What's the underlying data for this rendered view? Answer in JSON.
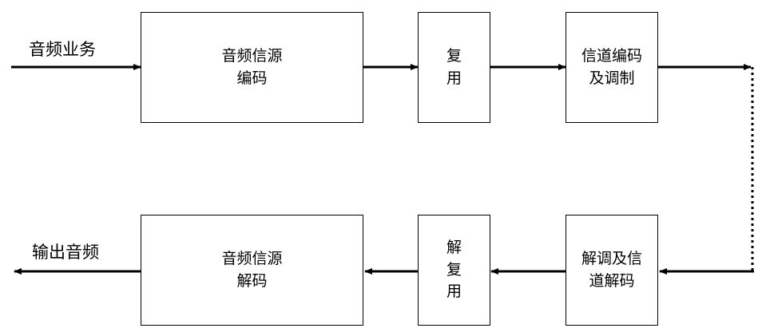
{
  "input_label": "音频业务",
  "output_label": "输出音频",
  "top_row": {
    "source_encoding": [
      "音频信源",
      "编码"
    ],
    "multiplexing": [
      "复",
      "用"
    ],
    "channel_encoding": [
      "信道编码",
      "及调制"
    ]
  },
  "bottom_row": {
    "source_decoding": [
      "音频信源",
      "解码"
    ],
    "demultiplexing": [
      "解",
      "复",
      "用"
    ],
    "channel_decoding": [
      "解调及信",
      "道解码"
    ]
  }
}
